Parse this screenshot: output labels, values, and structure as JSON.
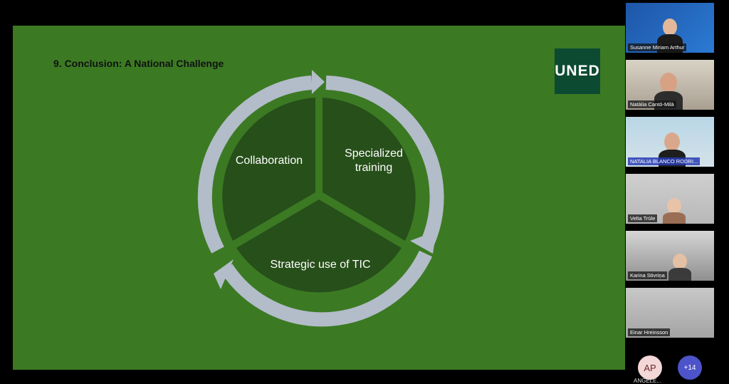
{
  "window": {
    "controls": [
      "—",
      "❐",
      "✕"
    ]
  },
  "slide": {
    "title": "9. Conclusion: A National Challenge",
    "logo_text": "UNED",
    "segments": [
      {
        "label_lines": [
          "Collaboration"
        ]
      },
      {
        "label_lines": [
          "Specialized",
          "training"
        ]
      },
      {
        "label_lines": [
          "Strategic use of TIC"
        ]
      }
    ]
  },
  "colors": {
    "slide_bg": "#3b7a23",
    "segment_fill": "#274f1a",
    "ring": "#b3bcc9",
    "logo_bg": "#0c4a32"
  },
  "participants": [
    {
      "name": "Susanne Miriam Arthur",
      "highlighted": false
    },
    {
      "name": "Natàlia Cantó-Milà",
      "highlighted": false
    },
    {
      "name": "NATALIA BLANCO RODRI...",
      "highlighted": true
    },
    {
      "name": "Velta Trūle",
      "highlighted": false
    },
    {
      "name": "Karina Stivriņa",
      "highlighted": false
    },
    {
      "name": "Einar Hreinsson",
      "highlighted": false
    }
  ],
  "extra": {
    "avatar_initials": "AP",
    "avatar_name": "ANGELE...",
    "more_count": "+14"
  }
}
